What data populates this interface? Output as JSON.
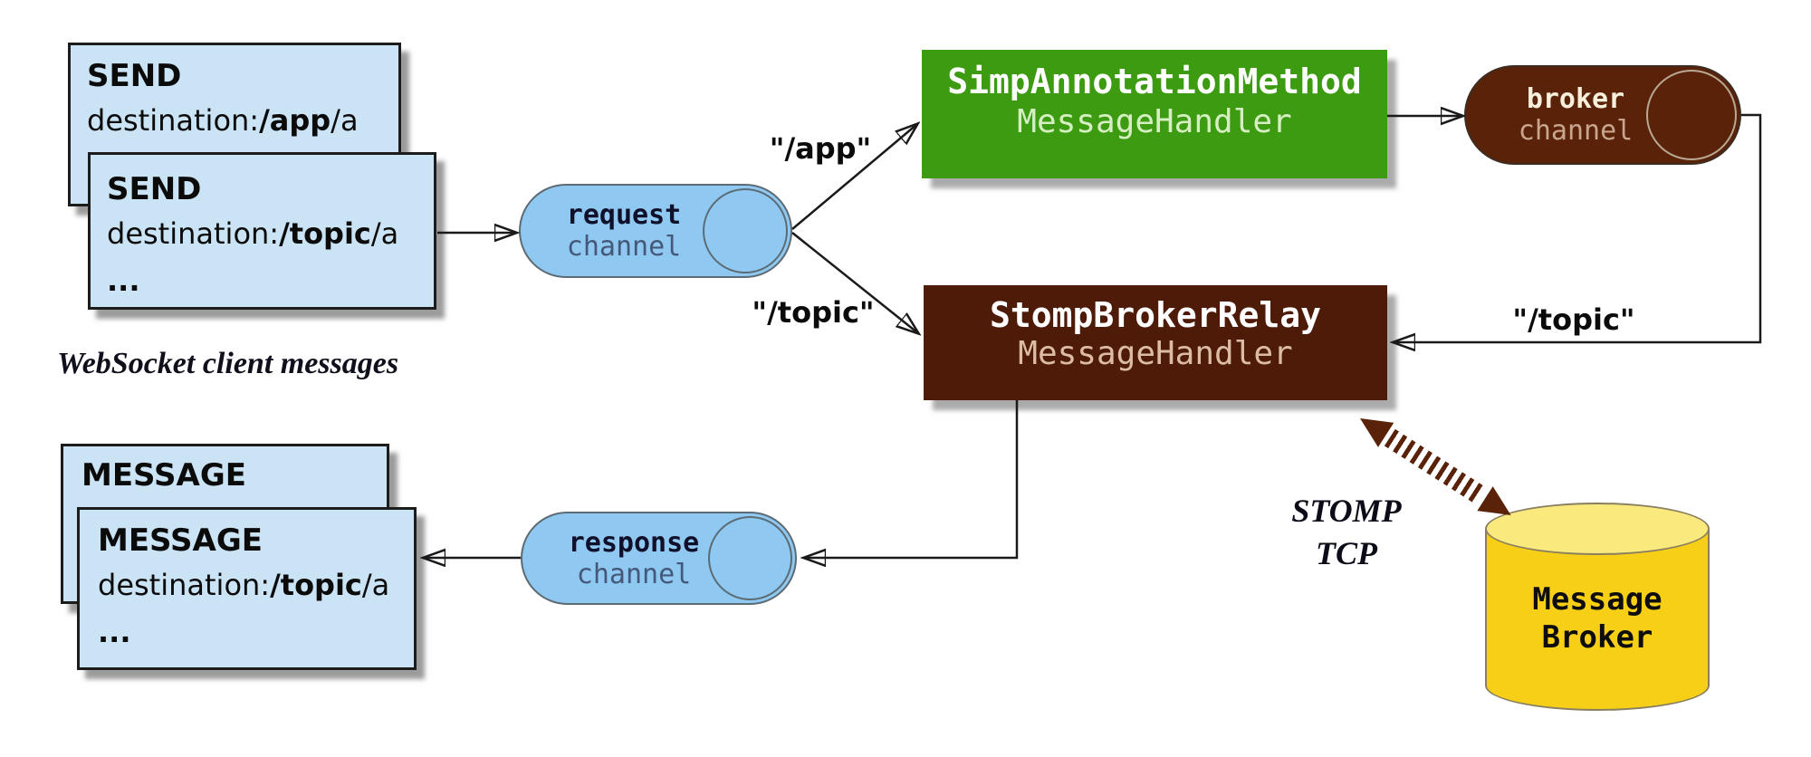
{
  "client": {
    "caption": "WebSocket client messages",
    "send_back": {
      "title": "SEND",
      "dest_prefix": "destination:",
      "dest_bold": "/app",
      "dest_suffix": "/a"
    },
    "send_front": {
      "title": "SEND",
      "dest_prefix": "destination:",
      "dest_bold": "/topic",
      "dest_suffix": "/a",
      "ellipsis": "..."
    },
    "message_back": {
      "title": "MESSAGE"
    },
    "message_front": {
      "title": "MESSAGE",
      "dest_prefix": "destination:",
      "dest_bold": "/topic",
      "dest_suffix": "/a",
      "ellipsis": "..."
    }
  },
  "channels": {
    "request": {
      "name": "request",
      "kind": "channel"
    },
    "response": {
      "name": "response",
      "kind": "channel"
    },
    "broker": {
      "name": "broker",
      "kind": "channel"
    }
  },
  "handlers": {
    "annotation": {
      "title": "SimpAnnotationMethod",
      "subtitle": "MessageHandler"
    },
    "relay": {
      "title": "StompBrokerRelay",
      "subtitle": "MessageHandler"
    }
  },
  "broker_node": {
    "line1": "Message",
    "line2": "Broker"
  },
  "routes": {
    "app": "\"/app\"",
    "topic_request": "\"/topic\"",
    "topic_broker": "\"/topic\""
  },
  "transport": {
    "line1": "STOMP",
    "line2": "TCP"
  },
  "colors": {
    "frame_fill": "#cbe4f5",
    "frame_border": "#1c1c1c",
    "channel_blue": "#8fc9f1",
    "annotation_green": "#3c9b11",
    "relay_brown": "#4e1b08",
    "broker_channel_brown": "#5a2209",
    "cylinder_body_yellow": "#f7cf16",
    "cylinder_top_yellow": "#fae97c",
    "arrow_black": "#1a1a1a"
  }
}
